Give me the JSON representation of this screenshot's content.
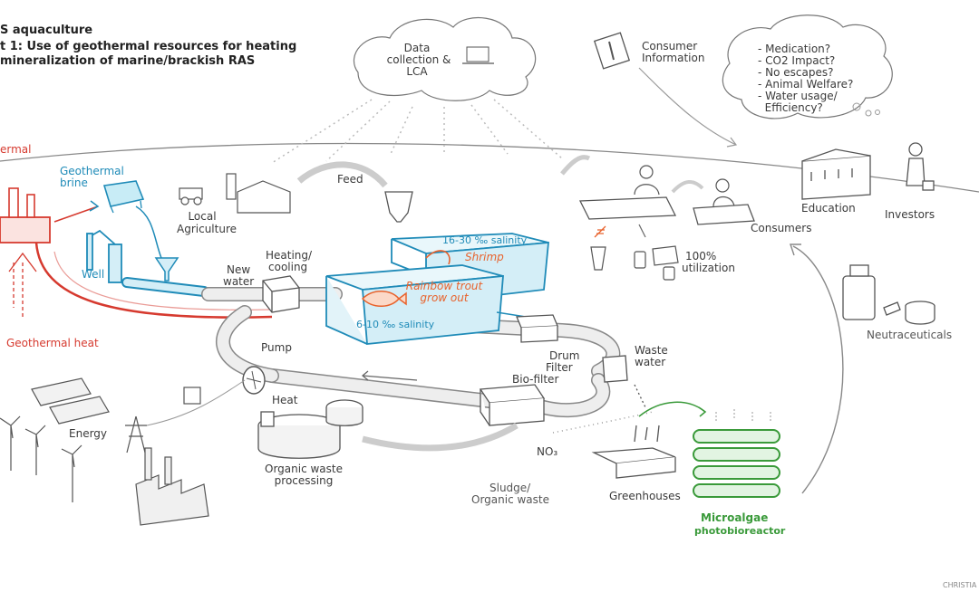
{
  "header": {
    "line1": "S aquaculture",
    "line2": "t 1: Use of geothermal resources for heating",
    "line3": "mineralization of marine/brackish RAS"
  },
  "labels": {
    "geothermal_top": "ermal",
    "geothermal_brine_1": "Geothermal",
    "geothermal_brine_2": "brine",
    "well": "Well",
    "geothermal_heat": "Geothermal heat",
    "local_agri_1": "Local",
    "local_agri_2": "Agriculture",
    "feed": "Feed",
    "data_1": "Data",
    "data_2": "collection &",
    "data_3": "LCA",
    "consumer_info_1": "Consumer",
    "consumer_info_2": "Information",
    "questions": [
      "- Medication?",
      "- CO2 Impact?",
      "- No escapes?",
      "- Animal Welfare?",
      "- Water usage/",
      "  Efficiency?"
    ],
    "new_water_1": "New",
    "new_water_2": "water",
    "heating_1": "Heating/",
    "heating_2": "cooling",
    "shrimp_salinity": "16-30 ‰ salinity",
    "shrimp": "Shrimp",
    "trout_1": "Rainbow trout",
    "trout_2": "grow out",
    "trout_salinity": "6-10 ‰ salinity",
    "pump": "Pump",
    "heat": "Heat",
    "energy": "Energy",
    "drum_1": "Drum",
    "drum_2": "Filter",
    "waste_1": "Waste",
    "waste_2": "water",
    "biofilter": "Bio-filter",
    "organic_1": "Organic waste",
    "organic_2": "processing",
    "no3": "NO₃",
    "sludge_1": "Sludge/",
    "sludge_2": "Organic waste",
    "greenhouses": "Greenhouses",
    "micro_1": "Microalgae",
    "micro_2": "photobioreactor",
    "utilization_1": "100%",
    "utilization_2": "utilization",
    "consumers": "Consumers",
    "education": "Education",
    "investors": "Investors",
    "neutraceuticals": "Neutraceuticals",
    "signature": "CHRISTIA"
  },
  "colors": {
    "red": "#d63a2f",
    "blue": "#1f8bb8",
    "tank": "#d4eef7",
    "orange": "#e8622c",
    "green": "#3a9a3a",
    "sketch": "#555555",
    "pipe": "#eeeeee"
  }
}
